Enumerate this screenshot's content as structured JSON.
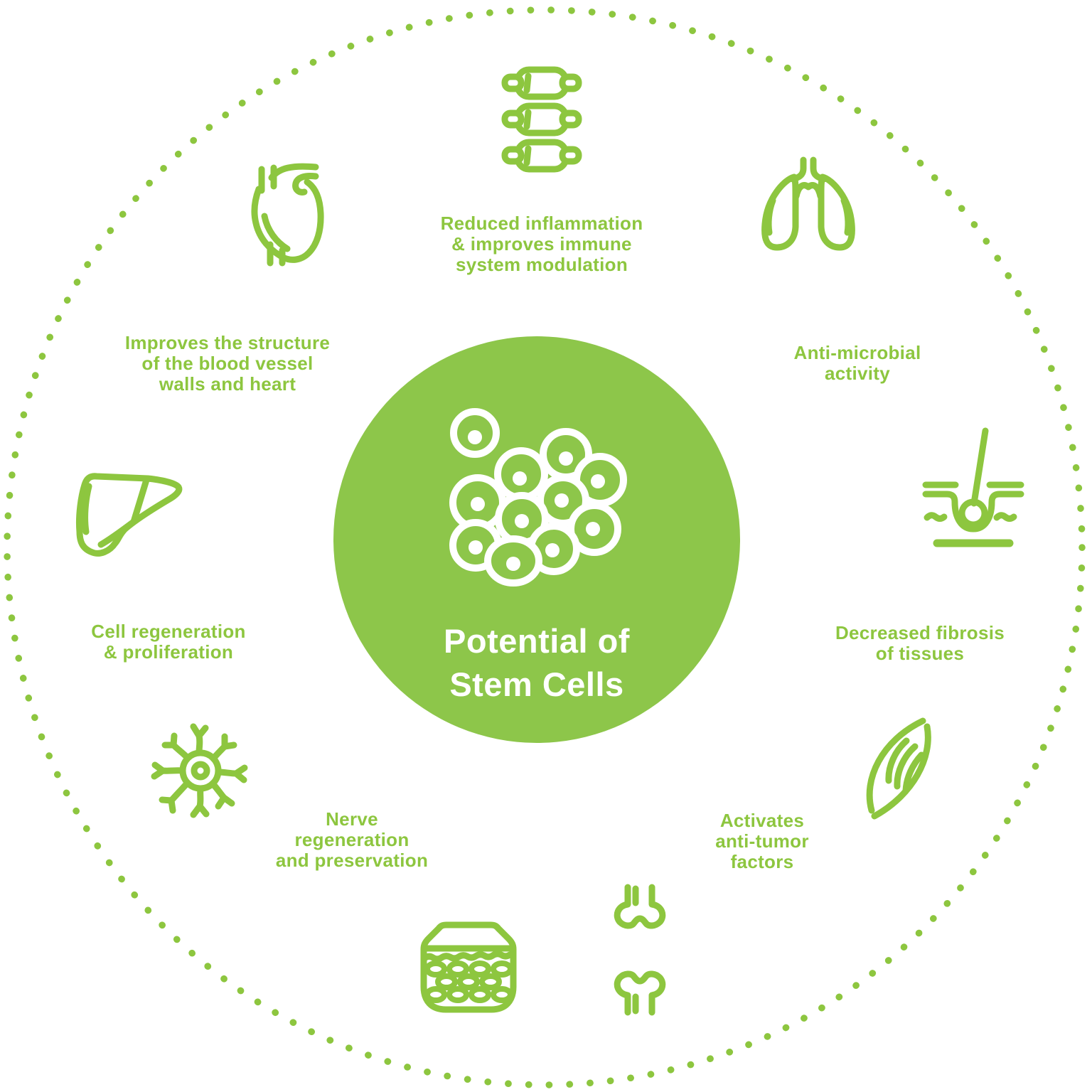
{
  "page": {
    "type": "circular-infographic",
    "background": "#FFFFFF"
  },
  "colors": {
    "accent": "#8DC63F",
    "circle_fill": "#8DC64A",
    "title_text": "#FFFFFF"
  },
  "center": {
    "title": "Potential of\nStem Cells",
    "icon": "stem-cells-icon"
  },
  "labels": {
    "inflammation": "Reduced inflammation\n& improves immune\nsystem modulation",
    "antimicrobial": "Anti-microbial\nactivity",
    "fibrosis": "Decreased fibrosis\nof tissues",
    "antitumor": "Activates\nanti-tumor\nfactors",
    "nerve": "Nerve\nregeneration\nand preservation",
    "cell_regen": "Cell regeneration\n& proliferation",
    "vessels": "Improves the structure\nof the blood vessel\nwalls and heart"
  },
  "icons": [
    "dotted-circle-border",
    "spine-icon",
    "lungs-icon",
    "hair-follicle-icon",
    "muscle-icon",
    "knee-joint-icon",
    "skin-layers-icon",
    "neuron-icon",
    "liver-icon",
    "heart-icon",
    "stem-cells-icon"
  ]
}
